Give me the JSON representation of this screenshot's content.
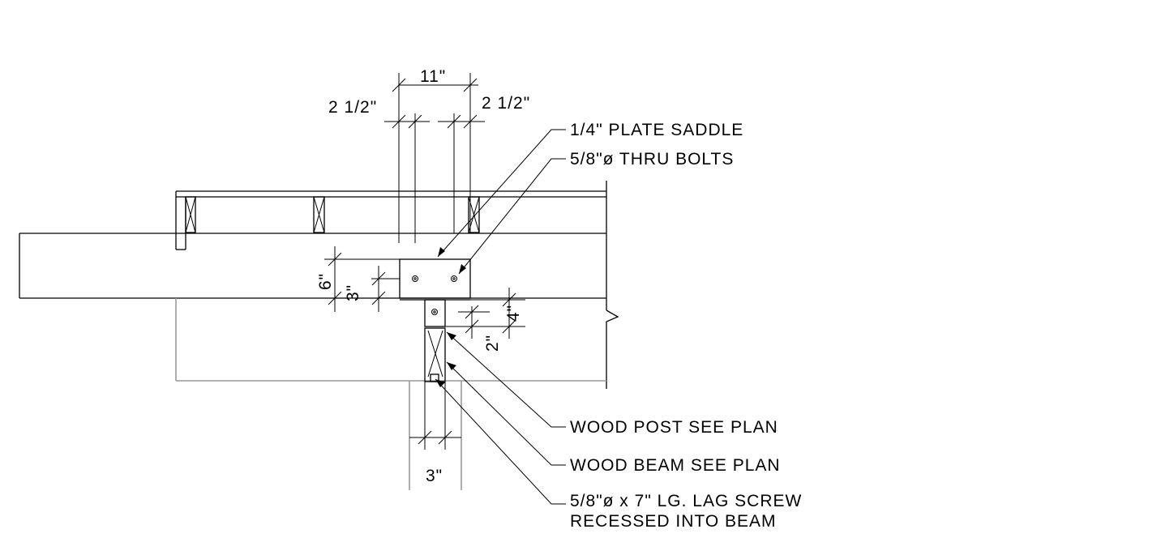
{
  "dimensions": {
    "top_span": "11\"",
    "top_left_edge": "2 1/2\"",
    "top_right_edge": "2 1/2\"",
    "plate_height": "6\"",
    "bolt_edge": "3\"",
    "post_plate_height": "4\"",
    "post_bolt_edge": "2\"",
    "post_width": "3\""
  },
  "callouts": {
    "plate_saddle": "1/4\" PLATE SADDLE",
    "thru_bolts": "5/8\"ø THRU BOLTS",
    "wood_post": "WOOD POST SEE PLAN",
    "wood_beam": "WOOD BEAM SEE PLAN",
    "lag_screw_line1": "5/8\"ø x 7\" LG. LAG SCREW",
    "lag_screw_line2": "RECESSED INTO BEAM"
  }
}
